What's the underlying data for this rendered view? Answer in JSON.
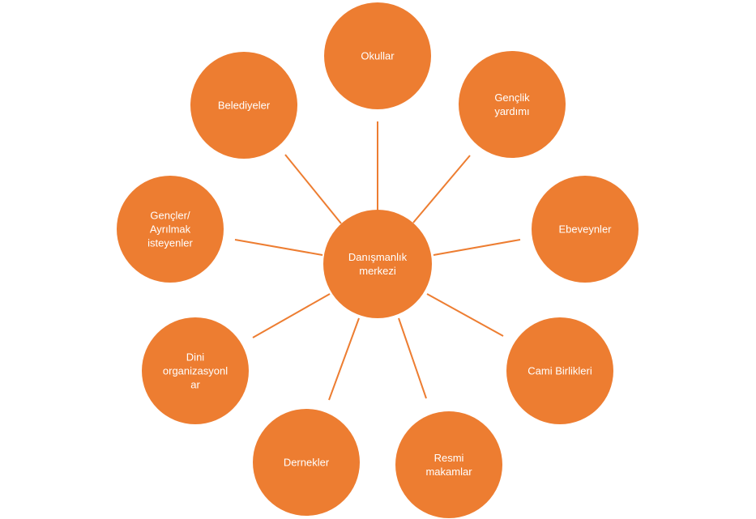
{
  "diagram": {
    "type": "radial-cycle",
    "fill_color": "#ed7d31",
    "line_color": "#ed7d31",
    "text_color": "#ffffff",
    "center": {
      "label_lines": [
        "Danışmanlık",
        "merkezi"
      ]
    },
    "nodes": [
      {
        "id": "okullar",
        "label_lines": [
          "Okullar"
        ]
      },
      {
        "id": "genclik-yardimi",
        "label_lines": [
          "Gençlik",
          "yardımı"
        ]
      },
      {
        "id": "ebeveynler",
        "label_lines": [
          "Ebeveynler"
        ]
      },
      {
        "id": "cami-birlikleri",
        "label_lines": [
          "Cami Birlikleri"
        ]
      },
      {
        "id": "resmi-makamlar",
        "label_lines": [
          "Resmi",
          "makamlar"
        ]
      },
      {
        "id": "dernekler",
        "label_lines": [
          "Dernekler"
        ]
      },
      {
        "id": "dini-organizasyonlar",
        "label_lines": [
          "Dini",
          "organizasyonl",
          "ar"
        ]
      },
      {
        "id": "gencler-ayrilmak-isteyenler",
        "label_lines": [
          "Gençler/",
          "Ayrılmak",
          "isteyenler"
        ]
      },
      {
        "id": "belediyeler",
        "label_lines": [
          "Belediyeler"
        ]
      }
    ]
  }
}
